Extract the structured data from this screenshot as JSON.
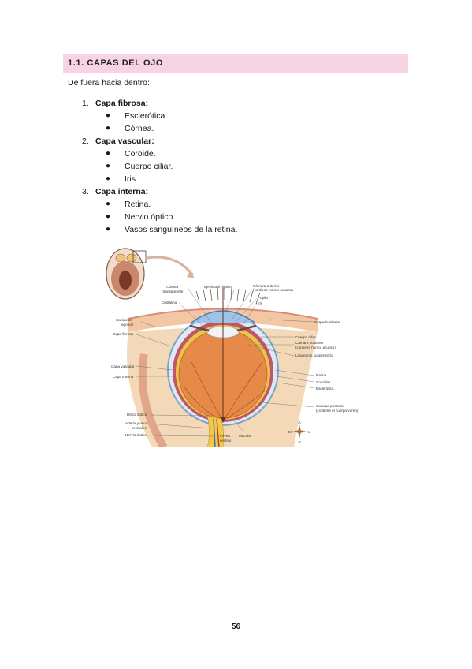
{
  "section": {
    "heading": "1.1. CAPAS DEL OJO"
  },
  "intro": "De fuera hacia dentro:",
  "layers": [
    {
      "num": "1.",
      "label": "Capa fibrosa:",
      "items": [
        "Esclerótica.",
        "Córnea."
      ]
    },
    {
      "num": "2.",
      "label": "Capa vascular:",
      "items": [
        "Coroide.",
        "Cuerpo ciliar.",
        "Iris."
      ]
    },
    {
      "num": "3.",
      "label": "Capa interna:",
      "items": [
        "Retina.",
        "Nervio óptico.",
        "Vasos sanguíneos de la retina."
      ]
    }
  ],
  "figure": {
    "labels_left": {
      "cornea": "Córnea",
      "cornea2": "(transparente)",
      "cristalino": "Cristalino",
      "caruncula": "Carúncula",
      "caruncula2": "lagrimal",
      "capa_fibrosa": "Capa fibrosa",
      "capa_vascular": "Capa vascular",
      "capa_interna": "Capa interna",
      "disco_optico": "Disco óptico",
      "arteria": "Arteria y vena",
      "arteria2": "centrales",
      "nervio_optico": "Nervio óptico"
    },
    "labels_top": {
      "eje_visual": "Eje visual (óptico)",
      "camara_anterior": "Cámara anterior",
      "camara_anterior2": "(contiene humor acuoso)",
      "pupila": "Pupila",
      "iris": "Iris"
    },
    "labels_right": {
      "parpado": "Párpado inferior",
      "cuerpo_ciliar": "Cuerpo ciliar",
      "camara_posterior": "Cámara posterior",
      "camara_posterior2": "(contiene humor acuoso)",
      "ligamento": "Ligamento suspensorio",
      "retina": "Retina",
      "coroides": "Coroides",
      "esclerotica": "Esclerótica",
      "cavidad": "Cavidad posterior",
      "cavidad2": "(contiene el cuerpo vítreo)"
    },
    "labels_bottom": {
      "fovea": "Fóvea",
      "fovea2": "central",
      "macula": "Mácula"
    },
    "compass": {
      "m": "M",
      "l": "L",
      "a": "A",
      "p": "P"
    }
  },
  "page_number": "56"
}
